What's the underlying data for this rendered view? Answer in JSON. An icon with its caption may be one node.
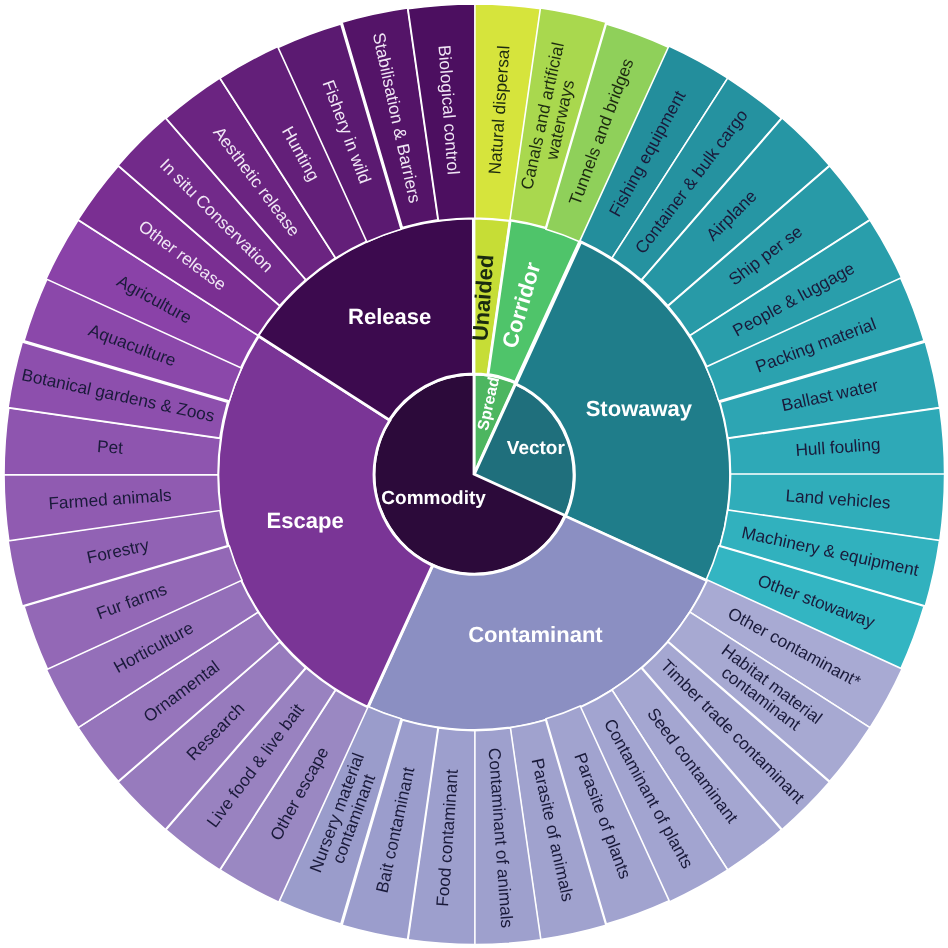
{
  "diagram": {
    "nodes": [
      {
        "text": [
          "Spread"
        ]
      },
      {
        "text": [
          "Vector"
        ]
      },
      {
        "text": [
          "Commodity"
        ]
      },
      {
        "text": [
          "Unaided"
        ]
      },
      {
        "text": [
          "Corridor"
        ]
      },
      {
        "text": [
          "Stowaway"
        ]
      },
      {
        "text": [
          "Contaminant"
        ]
      },
      {
        "text": [
          "Escape"
        ]
      },
      {
        "text": [
          "Release"
        ]
      },
      {
        "text": [
          "Natural dispersal"
        ]
      },
      {
        "text": [
          "Canals and artificial waterways"
        ]
      },
      {
        "text": [
          "Tunnels and bridges"
        ]
      },
      {
        "text": [
          "Fishing equipment"
        ]
      },
      {
        "text": [
          "Container & bulk cargo"
        ]
      },
      {
        "text": [
          "Airplane"
        ]
      },
      {
        "text": [
          "Ship per se"
        ]
      },
      {
        "text": [
          "People & luggage"
        ]
      },
      {
        "text": [
          "Packing material"
        ]
      },
      {
        "text": [
          "Ballast water"
        ]
      },
      {
        "text": [
          "Hull fouling"
        ]
      },
      {
        "text": [
          "Land vehicles"
        ]
      },
      {
        "text": [
          "Machinery & equipment"
        ]
      },
      {
        "text": [
          "Other stowaway"
        ]
      },
      {
        "text": [
          "Other contaminant*"
        ]
      },
      {
        "text": [
          "Habitat material contaminant"
        ]
      },
      {
        "text": [
          "Timber trade contaminant"
        ]
      },
      {
        "text": [
          "Seed contaminant"
        ]
      },
      {
        "text": [
          "Contaminant of plants"
        ]
      },
      {
        "text": [
          "Parasite of plants"
        ]
      },
      {
        "text": [
          "Parasite of animals"
        ]
      },
      {
        "text": [
          "Contaminant of animals"
        ]
      },
      {
        "text": [
          "Food contaminant"
        ]
      },
      {
        "text": [
          "Bait contaminant"
        ]
      },
      {
        "text": [
          "Nursery material contaminant"
        ]
      },
      {
        "text": [
          "Other escape"
        ]
      },
      {
        "text": [
          "Live food & live bait"
        ]
      },
      {
        "text": [
          "Research"
        ]
      },
      {
        "text": [
          "Ornamental"
        ]
      },
      {
        "text": [
          "Horticulture"
        ]
      },
      {
        "text": [
          "Fur farms"
        ]
      },
      {
        "text": [
          "Forestry"
        ]
      },
      {
        "text": [
          "Farmed animals"
        ]
      },
      {
        "text": [
          "Pet"
        ]
      },
      {
        "text": [
          "Botanical gardens & Zoos"
        ]
      },
      {
        "text": [
          "Aquaculture"
        ]
      },
      {
        "text": [
          "Agriculture"
        ]
      },
      {
        "text": [
          "Other release"
        ]
      },
      {
        "text": [
          "In situ Conservation"
        ]
      },
      {
        "text": [
          "Aesthetic release"
        ]
      },
      {
        "text": [
          "Hunting"
        ]
      },
      {
        "text": [
          "Fishery in wild"
        ]
      },
      {
        "text": [
          "Stabilisation & Barriers"
        ]
      },
      {
        "text": [
          "Biological control"
        ]
      }
    ]
  }
}
